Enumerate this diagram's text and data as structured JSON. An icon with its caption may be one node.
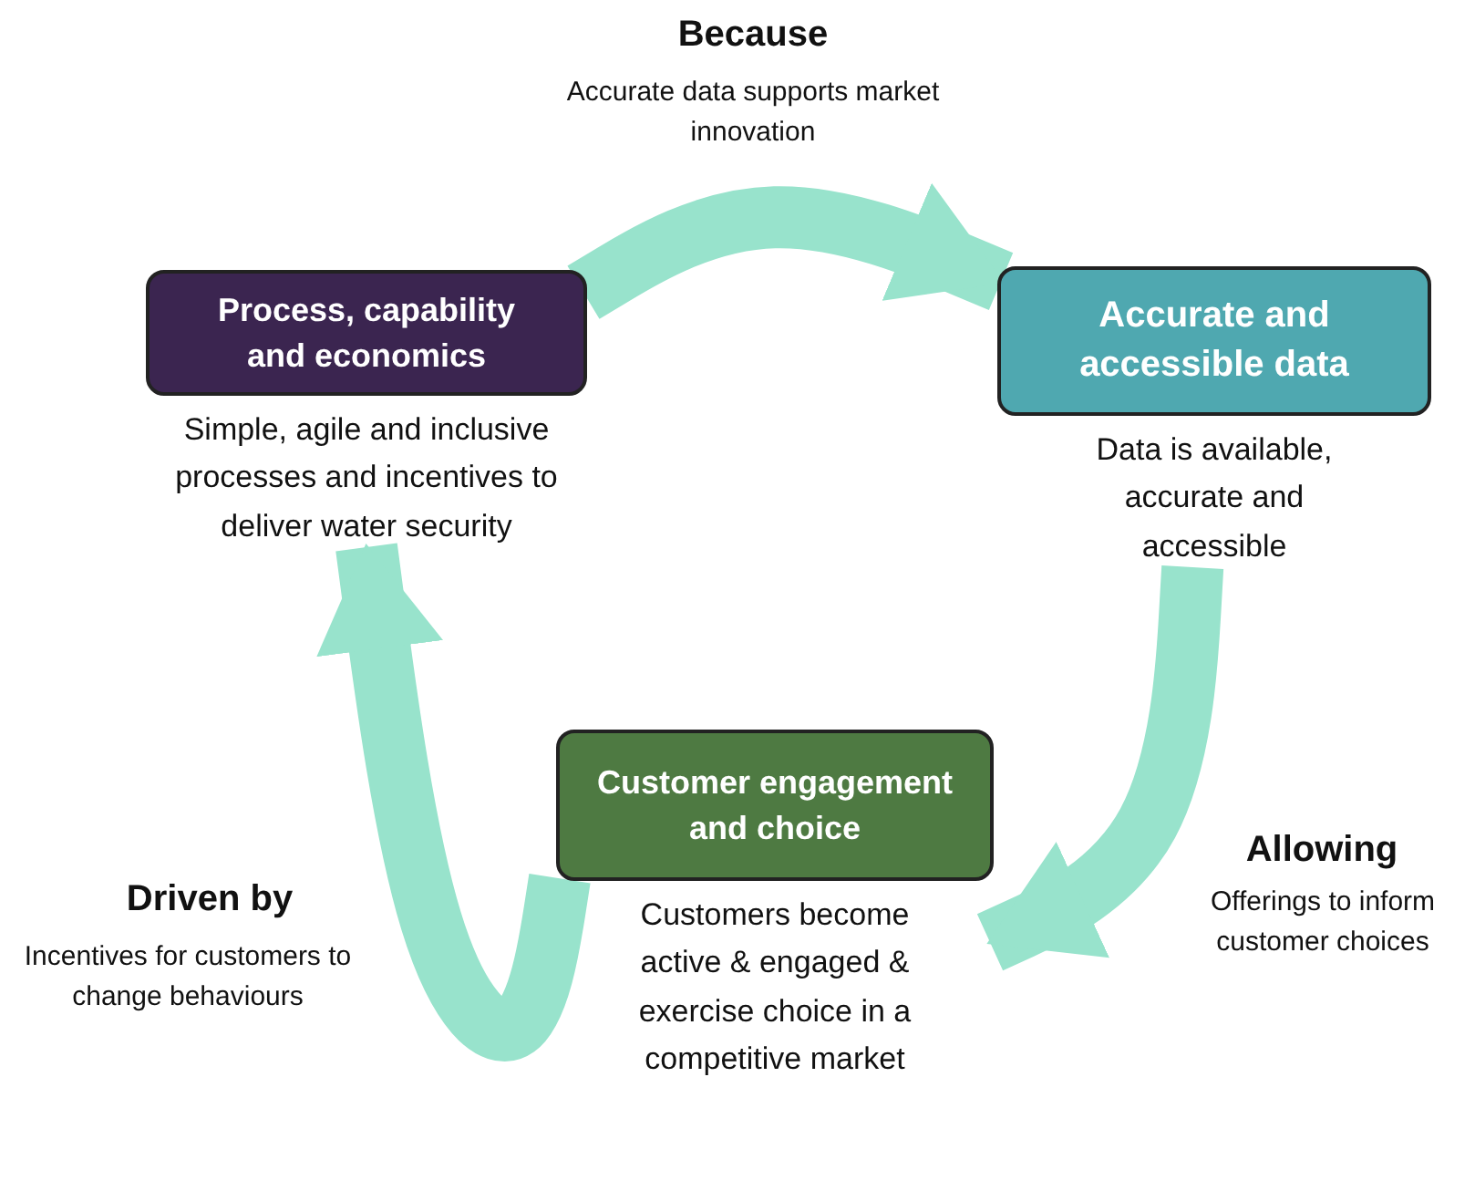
{
  "diagram": {
    "nodes": [
      {
        "text": [
          "Process, capability and economics"
        ],
        "beside": [
          "Simple, agile and inclusive processes and incentives to deliver water security"
        ]
      },
      {
        "text": [
          "Accurate and accessible data"
        ],
        "beside": [
          "Data is available, accurate and accessible"
        ]
      },
      {
        "text": [
          "Customer engagement and choice"
        ],
        "beside": [
          "Customers become active & engaged & exercise choice in a competitive market"
        ]
      }
    ],
    "edges": [
      {
        "from": 0,
        "to": 1,
        "arrow": "to",
        "label": "Because"
      },
      {
        "from": 1,
        "to": 2,
        "arrow": "to",
        "label": "Allowing"
      },
      {
        "from": 2,
        "to": 0,
        "arrow": "to",
        "label": "Driven by"
      }
    ],
    "labels": [
      "Accurate data supports market innovation",
      "Offerings to inform customer choices",
      "Incentives for customers to change behaviours"
    ]
  }
}
